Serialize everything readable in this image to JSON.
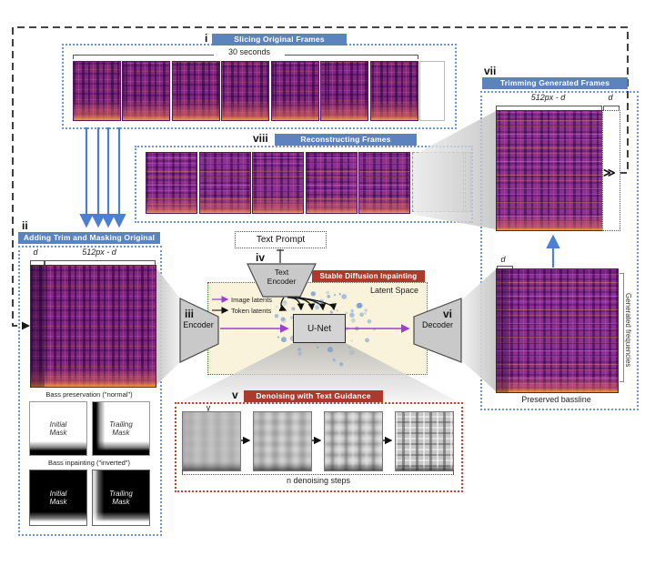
{
  "figure": {
    "panel_i": {
      "numeral": "i",
      "title": "Slicing Original Frames",
      "duration": "30 seconds"
    },
    "panel_viii": {
      "numeral": "viii",
      "title": "Reconstructing Frames"
    },
    "panel_ii": {
      "numeral": "ii",
      "title": "Adding Trim and Masking Original",
      "d": "d",
      "width": "512px - d",
      "bass_preservation": "Bass preservation (\"normal\")",
      "bass_inpainting": "Bass inpainting (\"inverted\")",
      "initial_mask": "Initial\nMask",
      "trailing_mask": "Trailing\nMask"
    },
    "panel_iii": {
      "numeral": "iii",
      "label": "Encoder"
    },
    "panel_iv": {
      "numeral": "iv",
      "label": "Text\nEncoder",
      "prompt": "Text Prompt"
    },
    "panel_v": {
      "numeral": "v",
      "title": "Denoising with Text Guidance",
      "gamma": "γ",
      "steps": "n denoising steps"
    },
    "panel_vi": {
      "numeral": "vi",
      "label": "Decoder"
    },
    "panel_vii": {
      "numeral": "vii",
      "title": "Trimming Generated Frames",
      "width": "512px - d",
      "d": "d",
      "skip_symbol": "≫"
    },
    "latent": {
      "badge": "Stable Diffusion Inpainting",
      "label": "Latent Space",
      "unet": "U-Net",
      "legend_image": "Image latents",
      "legend_token": "Token latents"
    },
    "output": {
      "d": "d",
      "generated": "Generated frequencies",
      "preserved": "Preserved bassline"
    }
  },
  "colors": {
    "badge_blue": "#5b83bd",
    "dotted_blue": "#6b95d8",
    "badge_red": "#ab3a2c",
    "dotted_red": "#d23b2f",
    "latent_bg": "#f8f3da",
    "purple_arrow": "#9a3fd0",
    "blue_arrow": "#4a7fd4",
    "dash_loop": "#2a2a2a"
  }
}
